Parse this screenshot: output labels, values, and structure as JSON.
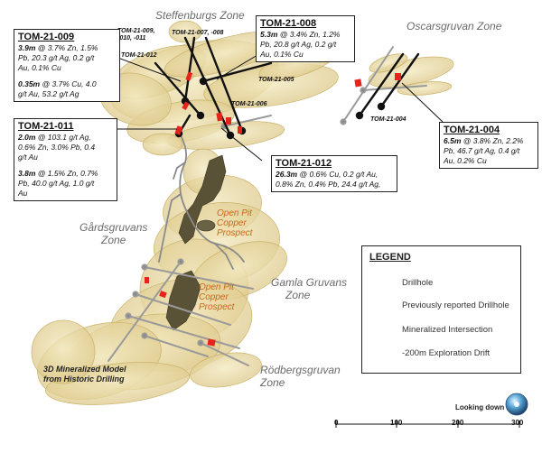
{
  "zones": {
    "steffenburgs": "Steffenburgs Zone",
    "oscarsgruvan": "Oscarsgruvan Zone",
    "gardsgruvans": [
      "Gårdsgruvans",
      "Zone"
    ],
    "gamla": [
      "Gamla Gruvans",
      "Zone"
    ],
    "rodbergsgruvan": [
      "Rödbergsgruvan",
      "Zone"
    ]
  },
  "prospects": {
    "upper": [
      "Open Pit",
      "Copper",
      "Prospect"
    ],
    "lower": [
      "Open Pit",
      "Copper",
      "Prospect"
    ]
  },
  "drillhole_labels": {
    "tom009": [
      "TOM-21-009,",
      "-010, -011"
    ],
    "tom007": "TOM-21-007, -008",
    "tom012": "TOM-21-012",
    "tom005": "TOM-21-005",
    "tom006": "TOM-21-006",
    "tom004": "TOM-21-004"
  },
  "callouts": {
    "tom009": {
      "hole": "TOM-21-009",
      "lines": [
        "3.9m @ 3.7% Zn, 1.5%",
        "Pb, 20.3 g/t Ag, 0.2 g/t",
        "Au, 0.1% Cu"
      ],
      "lines2": [
        "0.35m @ 3.7% Cu, 4.0",
        "g/t Au, 53.2 g/t Ag"
      ]
    },
    "tom008": {
      "hole": "TOM-21-008",
      "lines": [
        "5.3m @ 3.4% Zn, 1.2%",
        "Pb, 20.8 g/t Ag, 0.2 g/t",
        "Au, 0.1% Cu"
      ]
    },
    "tom011": {
      "hole": "TOM-21-011",
      "lines": [
        "2.0m @ 103.1 g/t Ag,",
        "0.6% Zn, 3.0% Pb, 0.4",
        "g/t Au"
      ],
      "lines2": [
        "3.8m @ 1.5% Zn, 0.7%",
        "Pb, 40.0 g/t Ag, 1.0 g/t",
        "Au"
      ]
    },
    "tom012": {
      "hole": "TOM-21-012",
      "lines": [
        "26.3m @ 0.6% Cu, 0.2 g/t Au,",
        "0.8% Zn, 0.4% Pb, 24.4 g/t Ag,"
      ]
    },
    "tom004": {
      "hole": "TOM-21-004",
      "lines": [
        "6.5m @ 3.8% Zn, 2.2%",
        "Pb, 46.7 g/t Ag, 0.4 g/t",
        "Au, 0.2% Cu"
      ]
    }
  },
  "legend": {
    "title": "LEGEND",
    "items": [
      "Drillhole",
      "Previously reported Drillhole",
      "Mineralized Intersection",
      "-200m Exploration Drift"
    ]
  },
  "model_label": [
    "3D Mineralized Model",
    "from Historic Drilling"
  ],
  "north": {
    "label": "Looking down",
    "icon": "compass-icon"
  },
  "scale": {
    "labels": [
      "0",
      "100",
      "200",
      "300"
    ]
  },
  "colors": {
    "model": "#e8d9a0",
    "model_stroke": "#c9b46a",
    "mineralized": "#e8231c",
    "drillhole": "#111111",
    "previous": "#9a9a9a",
    "drift": "#8a8a8a",
    "prospect_text": "#c8671a"
  }
}
